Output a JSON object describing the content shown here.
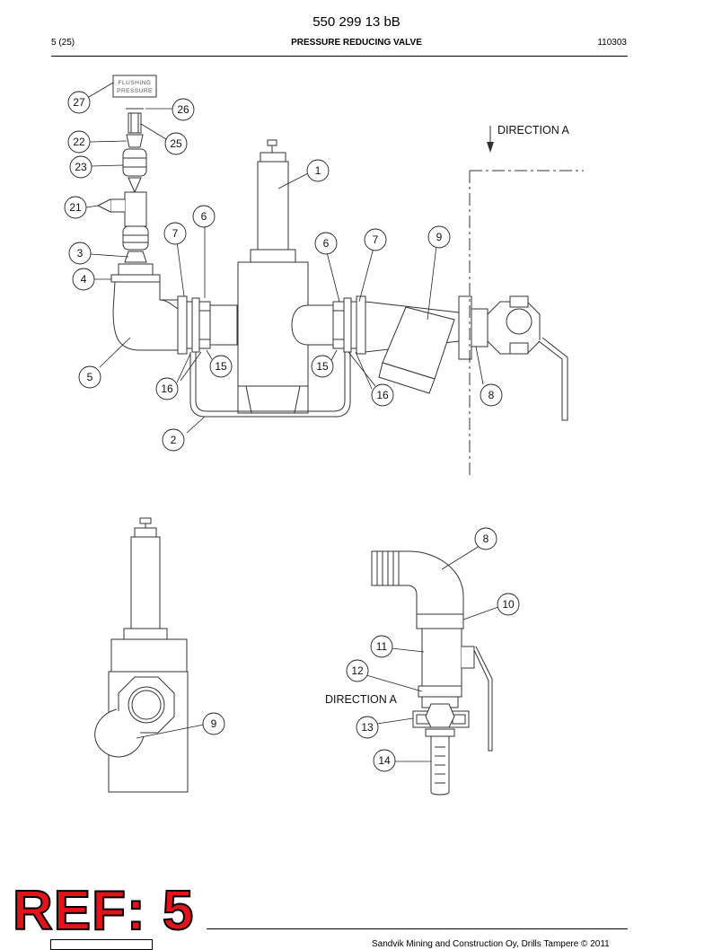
{
  "header": {
    "doc_code": "550 299 13 bB",
    "page": "5 (25)",
    "title": "PRESSURE REDUCING VALVE",
    "date": "110303"
  },
  "diagram": {
    "plate_lines": [
      "FLUSHING",
      "PRESSURE"
    ],
    "labels": {
      "direction_top": "DIRECTION A",
      "direction_bottom": "DIRECTION A"
    },
    "callouts": {
      "c27": "27",
      "c26": "26",
      "c25": "25",
      "c22": "22",
      "c23": "23",
      "c21": "21",
      "c3": "3",
      "c4": "4",
      "c5": "5",
      "c16a": "16",
      "c15a": "15",
      "c2": "2",
      "c7a": "7",
      "c6a": "6",
      "c1": "1",
      "c6b": "6",
      "c7b": "7",
      "c9a": "9",
      "c15b": "15",
      "c16b": "16",
      "c8a": "8",
      "c9b": "9",
      "c8b": "8",
      "c10": "10",
      "c11": "11",
      "c12": "12",
      "c13": "13",
      "c14": "14"
    }
  },
  "stamp": {
    "text": "REF: 5"
  },
  "footer": {
    "text": "Sandvik Mining and Construction Oy, Drills Tampere © 2011"
  }
}
